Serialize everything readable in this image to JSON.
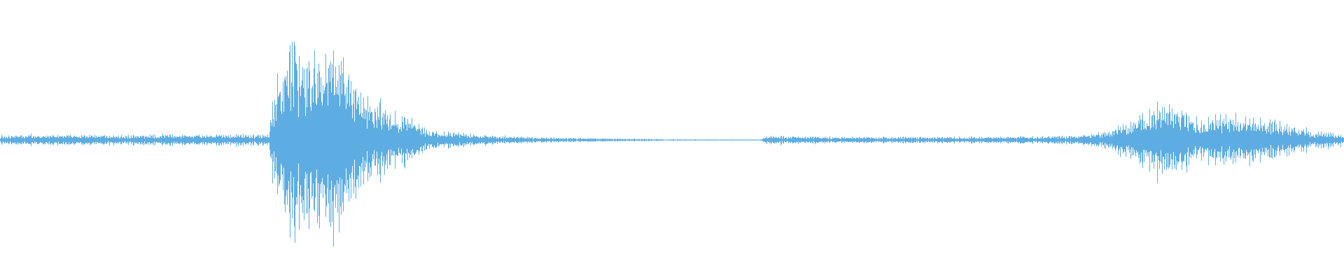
{
  "waveform": {
    "color": "#5dade2",
    "background": "#ffffff",
    "peak_scale": 1.0,
    "envelope": [
      [
        0.0,
        0.05
      ],
      [
        0.19,
        0.055
      ],
      [
        0.2,
        0.06
      ],
      [
        0.203,
        0.45
      ],
      [
        0.212,
        0.9
      ],
      [
        0.222,
        0.98
      ],
      [
        0.232,
        0.85
      ],
      [
        0.242,
        0.95
      ],
      [
        0.252,
        0.95
      ],
      [
        0.262,
        0.55
      ],
      [
        0.275,
        0.4
      ],
      [
        0.29,
        0.3
      ],
      [
        0.305,
        0.22
      ],
      [
        0.318,
        0.1
      ],
      [
        0.335,
        0.08
      ],
      [
        0.36,
        0.05
      ],
      [
        0.39,
        0.03
      ],
      [
        0.42,
        0.022
      ],
      [
        0.46,
        0.014
      ],
      [
        0.5,
        0.008
      ],
      [
        0.54,
        0.005
      ],
      [
        0.566,
        0.004
      ],
      [
        0.57,
        0.045
      ],
      [
        0.6,
        0.035
      ],
      [
        0.65,
        0.03
      ],
      [
        0.7,
        0.03
      ],
      [
        0.75,
        0.035
      ],
      [
        0.8,
        0.045
      ],
      [
        0.82,
        0.08
      ],
      [
        0.845,
        0.2
      ],
      [
        0.86,
        0.36
      ],
      [
        0.875,
        0.36
      ],
      [
        0.89,
        0.2
      ],
      [
        0.91,
        0.25
      ],
      [
        0.93,
        0.22
      ],
      [
        0.95,
        0.18
      ],
      [
        0.975,
        0.1
      ],
      [
        1.0,
        0.06
      ]
    ]
  }
}
